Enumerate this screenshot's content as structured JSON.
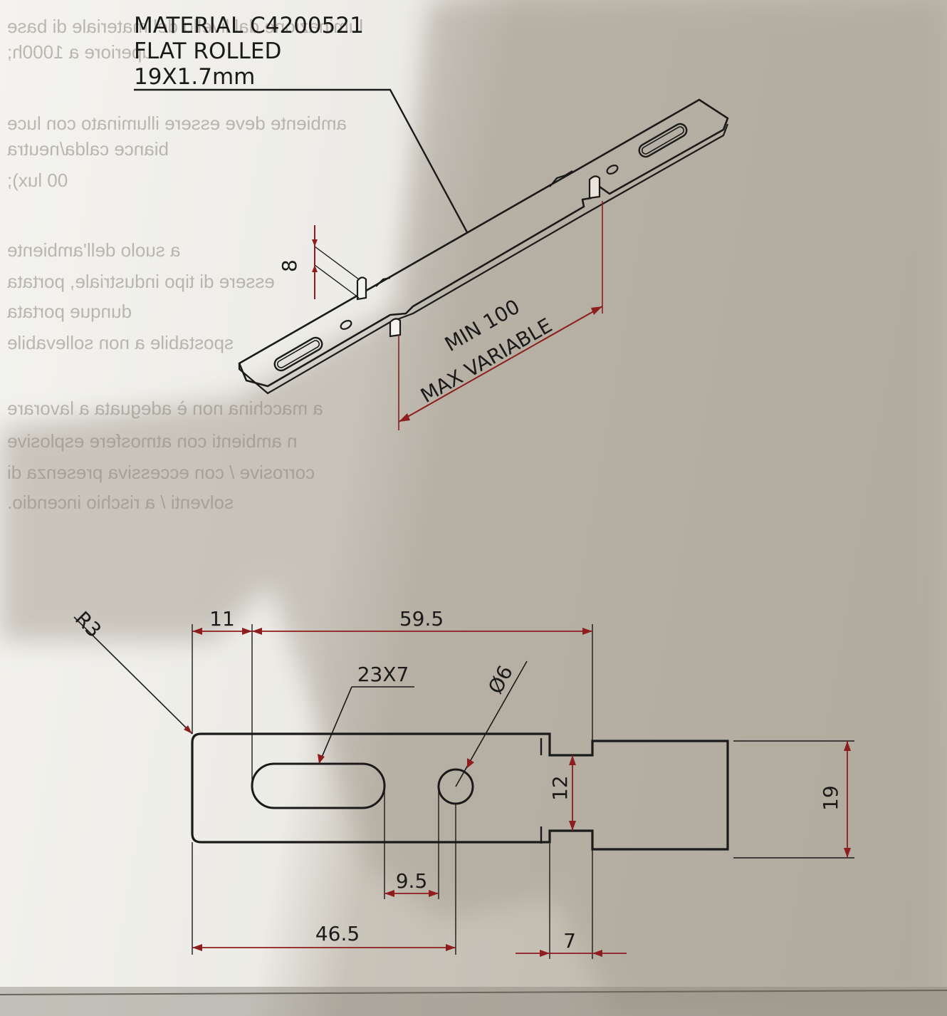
{
  "material_note": {
    "line1": "MATERIAL C4200521",
    "line2": "FLAT ROLLED",
    "line3": "19X1.7mm"
  },
  "iso_view": {
    "tab_height": "8",
    "span_line1": "MIN 100",
    "span_line2": "MAX VARIABLE"
  },
  "plan_view": {
    "corner_radius": "R3",
    "dim_slot_offset": "11",
    "dim_length": "59.5",
    "slot_size": "23X7",
    "hole_diameter": "Ø6",
    "dim_neck_width": "12",
    "dim_width": "19",
    "dim_hole_gap": "9.5",
    "dim_hole_pos": "46.5",
    "dim_notch": "7"
  },
  "bleed_through_text": [
    "luminazione dal livello del materiale di base",
    "uperiore a 1000h;",
    "ambiente deve essere illuminato con luce",
    "biance calda/neutra",
    "00 lux);",
    "a suolo dell'ambiente",
    "essere di tipo industriale, portata",
    "dunque portata",
    "spostabile a non sollevabile",
    "a macchina non è adeguata a lavorare",
    "n ambienti con atmosfere esplosive",
    "corrosive / con eccessiva presenza di",
    "solventi / a rischio incendio."
  ],
  "colors": {
    "ink": "#1a1a1a",
    "dimension_red": "#8e1d1d",
    "paper": "#f2f1ed"
  }
}
